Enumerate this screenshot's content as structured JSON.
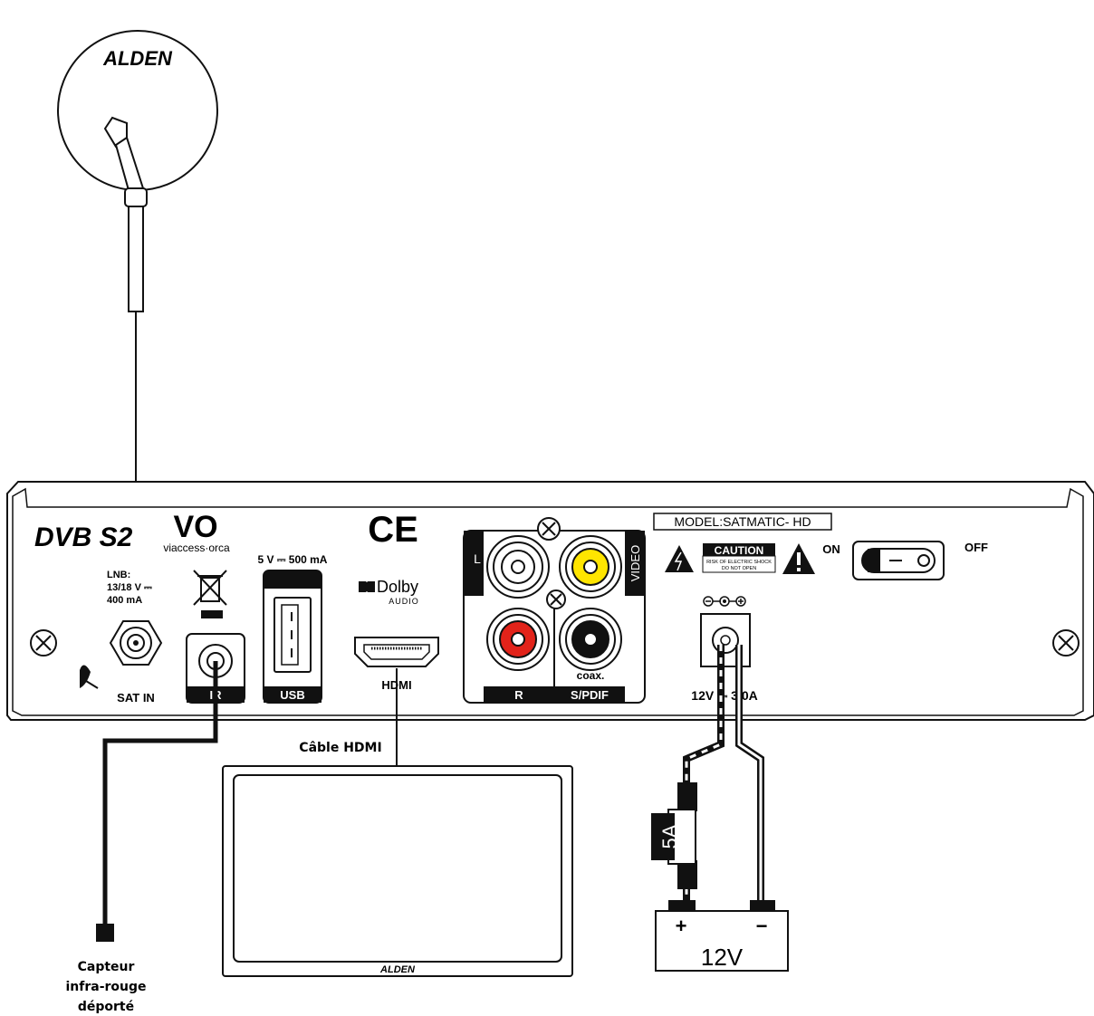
{
  "brand": {
    "dish_logo": "ALDEN",
    "tv_logo": "ALDEN"
  },
  "receiver": {
    "standard_logo": "DVB S2",
    "cas_logo": "VO",
    "cas_name": "viaccess·orca",
    "ce_mark": "CE",
    "dolby_brand": "Dolby",
    "dolby_sub": "AUDIO",
    "lnb_line1": "LNB:",
    "lnb_line2": "13/18 V ⎓",
    "lnb_line3": "400 mA",
    "sat_in": "SAT IN",
    "ir_label": "IR",
    "usb_power": "5 V ⎓ 500 mA",
    "usb_label": "USB",
    "hdmi_label": "HDMI",
    "audio_l": "L",
    "audio_r": "R",
    "video_label": "VIDEO",
    "coax_label": "coax.",
    "spdif_label": "S/PDIF",
    "model_label": "MODEL:SATMATIC- HD",
    "caution_title": "CAUTION",
    "caution_line1": "RISK OF ELECTRIC SHOCK",
    "caution_line2": "DO NOT OPEN",
    "switch_on": "ON",
    "switch_off": "OFF",
    "dc_rating": "12V ⎓ 3.0A"
  },
  "cables": {
    "hdmi_cable": "Câble HDMI"
  },
  "ir_sensor": {
    "line1": "Capteur",
    "line2": "infra-rouge",
    "line3": "déporté"
  },
  "fuse": {
    "label": "5A"
  },
  "battery": {
    "voltage": "12V",
    "plus": "+",
    "minus": "−"
  },
  "colors": {
    "line": "#111111",
    "audio_right": "#e2231a",
    "video": "#ffe500",
    "spdif": "#111111"
  }
}
